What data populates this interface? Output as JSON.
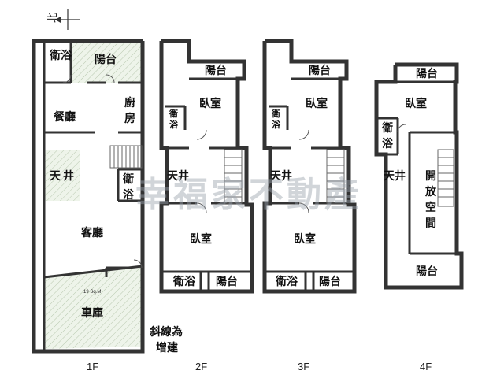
{
  "compass": {
    "label": "北",
    "icon": "north-arrow-icon"
  },
  "floors": [
    {
      "id": "1F",
      "label": "1F",
      "rooms": {
        "bath": "衛浴",
        "balcony": "陽台",
        "dining": "餐廳",
        "kitchen_1": "廚",
        "kitchen_2": "房",
        "courtyard_1": "天",
        "courtyard_2": "井",
        "bath2_1": "衛",
        "bath2_2": "浴",
        "living": "客廳",
        "garage": "車庫",
        "garage_dim": "19 Sq.M"
      }
    },
    {
      "id": "2F",
      "label": "2F",
      "rooms": {
        "balcony_top": "陽台",
        "bedroom_top": "臥室",
        "bath_small_1": "衛",
        "bath_small_2": "浴",
        "courtyard": "天井",
        "bedroom_bottom": "臥室",
        "bath_bottom": "衛浴",
        "balcony_bottom": "陽台"
      }
    },
    {
      "id": "3F",
      "label": "3F",
      "rooms": {
        "balcony_top": "陽台",
        "bedroom_top": "臥室",
        "bath_small_1": "衛",
        "bath_small_2": "浴",
        "courtyard": "天井",
        "bedroom_bottom": "臥室",
        "bath_bottom": "衛浴",
        "balcony_bottom": "陽台"
      }
    },
    {
      "id": "4F",
      "label": "4F",
      "rooms": {
        "balcony_top": "陽台",
        "bedroom": "臥室",
        "bath_1": "衛",
        "bath_2": "浴",
        "courtyard": "天井",
        "open_1": "開",
        "open_2": "放",
        "open_3": "空",
        "open_4": "間",
        "balcony_bottom": "陽台"
      }
    }
  ],
  "note": {
    "line1": "斜線為",
    "line2": "增建"
  },
  "watermark": "幸福家不動產",
  "colors": {
    "extension_fill": "#eef4ea",
    "wall": "#333333",
    "watermark": "#9aa3ad"
  }
}
